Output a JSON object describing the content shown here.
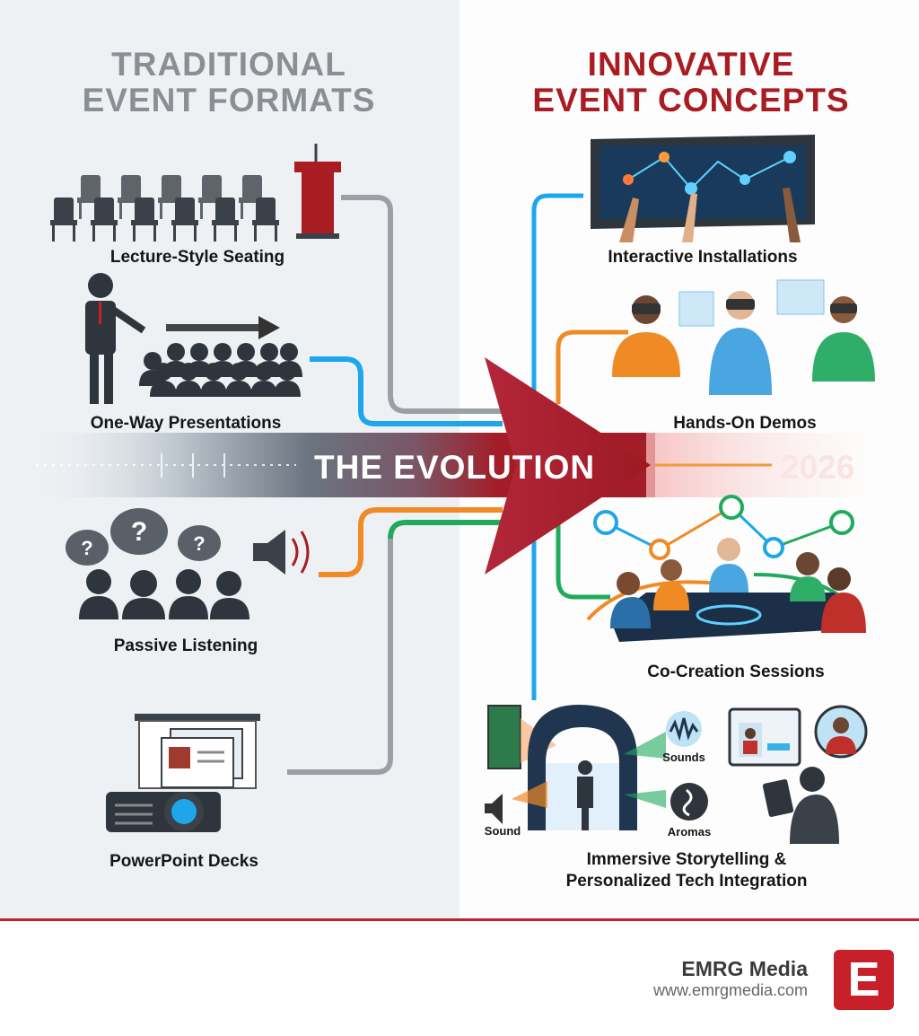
{
  "left": {
    "title_line1": "TRADITIONAL",
    "title_line2": "EVENT FORMATS",
    "items": [
      {
        "label": "Lecture-Style Seating",
        "icon": "chairs-podium-icon"
      },
      {
        "label": "One-Way Presentations",
        "icon": "presenter-audience-icon"
      },
      {
        "label": "Passive Listening",
        "icon": "question-audience-icon"
      },
      {
        "label": "PowerPoint Decks",
        "icon": "projector-slides-icon"
      }
    ]
  },
  "right": {
    "title_line1": "INNOVATIVE",
    "title_line2": "EVENT CONCEPTS",
    "items": [
      {
        "label": "Interactive Installations",
        "icon": "touchscreen-wall-icon"
      },
      {
        "label": "Hands-On Demos",
        "icon": "vr-headset-people-icon"
      },
      {
        "label": "Co-Creation Sessions",
        "icon": "collaboration-table-icon"
      },
      {
        "label_line1": "Immersive Storytelling &",
        "label_line2": "Personalized Tech Integration",
        "icon": "immersive-tunnel-icon",
        "sublabels": {
          "sound": "Sound",
          "sounds": "Sounds",
          "aromas": "Aromas"
        }
      }
    ]
  },
  "center": {
    "banner": "THE EVOLUTION",
    "year": "2026"
  },
  "footer": {
    "brand": "EMRG Media",
    "url": "www.emrgmedia.com",
    "logo_letter": "E"
  },
  "colors": {
    "accent_red": "#a81c22",
    "left_bg": "#eef1f4",
    "left_title": "#8a8f94",
    "blue": "#1ea7e8",
    "orange": "#f08a24",
    "green": "#1faa5c",
    "gray": "#9aa0a6"
  }
}
